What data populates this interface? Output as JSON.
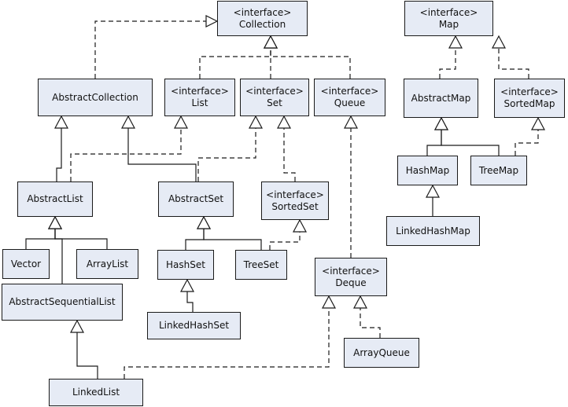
{
  "stereotype": "<interface>",
  "colors": {
    "box_fill": "#e6ebf5",
    "box_border": "#1a1a1a",
    "line": "#1a1a1a",
    "background": "#ffffff"
  },
  "nodes": {
    "collection": {
      "name": "Collection",
      "interface": true
    },
    "map": {
      "name": "Map",
      "interface": true
    },
    "abstract_collection": {
      "name": "AbstractCollection",
      "interface": false
    },
    "list": {
      "name": "List",
      "interface": true
    },
    "set": {
      "name": "Set",
      "interface": true
    },
    "queue": {
      "name": "Queue",
      "interface": true
    },
    "abstract_map": {
      "name": "AbstractMap",
      "interface": false
    },
    "sorted_map": {
      "name": "SortedMap",
      "interface": true
    },
    "abstract_list": {
      "name": "AbstractList",
      "interface": false
    },
    "abstract_set": {
      "name": "AbstractSet",
      "interface": false
    },
    "sorted_set": {
      "name": "SortedSet",
      "interface": true
    },
    "hash_map": {
      "name": "HashMap",
      "interface": false
    },
    "tree_map": {
      "name": "TreeMap",
      "interface": false
    },
    "linked_hash_map": {
      "name": "LinkedHashMap",
      "interface": false
    },
    "vector": {
      "name": "Vector",
      "interface": false
    },
    "array_list": {
      "name": "ArrayList",
      "interface": false
    },
    "hash_set": {
      "name": "HashSet",
      "interface": false
    },
    "tree_set": {
      "name": "TreeSet",
      "interface": false
    },
    "deque": {
      "name": "Deque",
      "interface": true
    },
    "abstract_sequential_list": {
      "name": "AbstractSequentialList",
      "interface": false
    },
    "linked_hash_set": {
      "name": "LinkedHashSet",
      "interface": false
    },
    "array_queue": {
      "name": "ArrayQueue",
      "interface": false
    },
    "linked_list": {
      "name": "LinkedList",
      "interface": false
    }
  },
  "relations": [
    {
      "from": "abstract_collection",
      "to": "collection",
      "kind": "realization"
    },
    {
      "from": "list",
      "to": "collection",
      "kind": "realization"
    },
    {
      "from": "set",
      "to": "collection",
      "kind": "realization"
    },
    {
      "from": "queue",
      "to": "collection",
      "kind": "realization"
    },
    {
      "from": "abstract_map",
      "to": "map",
      "kind": "realization"
    },
    {
      "from": "sorted_map",
      "to": "map",
      "kind": "realization"
    },
    {
      "from": "abstract_list",
      "to": "abstract_collection",
      "kind": "generalization"
    },
    {
      "from": "abstract_list",
      "to": "list",
      "kind": "realization"
    },
    {
      "from": "abstract_set",
      "to": "abstract_collection",
      "kind": "generalization"
    },
    {
      "from": "abstract_set",
      "to": "set",
      "kind": "realization"
    },
    {
      "from": "sorted_set",
      "to": "set",
      "kind": "realization"
    },
    {
      "from": "deque",
      "to": "queue",
      "kind": "realization"
    },
    {
      "from": "hash_map",
      "to": "abstract_map",
      "kind": "generalization"
    },
    {
      "from": "tree_map",
      "to": "abstract_map",
      "kind": "generalization"
    },
    {
      "from": "tree_map",
      "to": "sorted_map",
      "kind": "realization"
    },
    {
      "from": "linked_hash_map",
      "to": "hash_map",
      "kind": "generalization"
    },
    {
      "from": "vector",
      "to": "abstract_list",
      "kind": "generalization"
    },
    {
      "from": "array_list",
      "to": "abstract_list",
      "kind": "generalization"
    },
    {
      "from": "abstract_sequential_list",
      "to": "abstract_list",
      "kind": "generalization"
    },
    {
      "from": "hash_set",
      "to": "abstract_set",
      "kind": "generalization"
    },
    {
      "from": "tree_set",
      "to": "abstract_set",
      "kind": "generalization"
    },
    {
      "from": "tree_set",
      "to": "sorted_set",
      "kind": "realization"
    },
    {
      "from": "linked_hash_set",
      "to": "hash_set",
      "kind": "generalization"
    },
    {
      "from": "linked_list",
      "to": "abstract_sequential_list",
      "kind": "generalization"
    },
    {
      "from": "linked_list",
      "to": "deque",
      "kind": "realization"
    },
    {
      "from": "array_queue",
      "to": "deque",
      "kind": "realization"
    }
  ]
}
